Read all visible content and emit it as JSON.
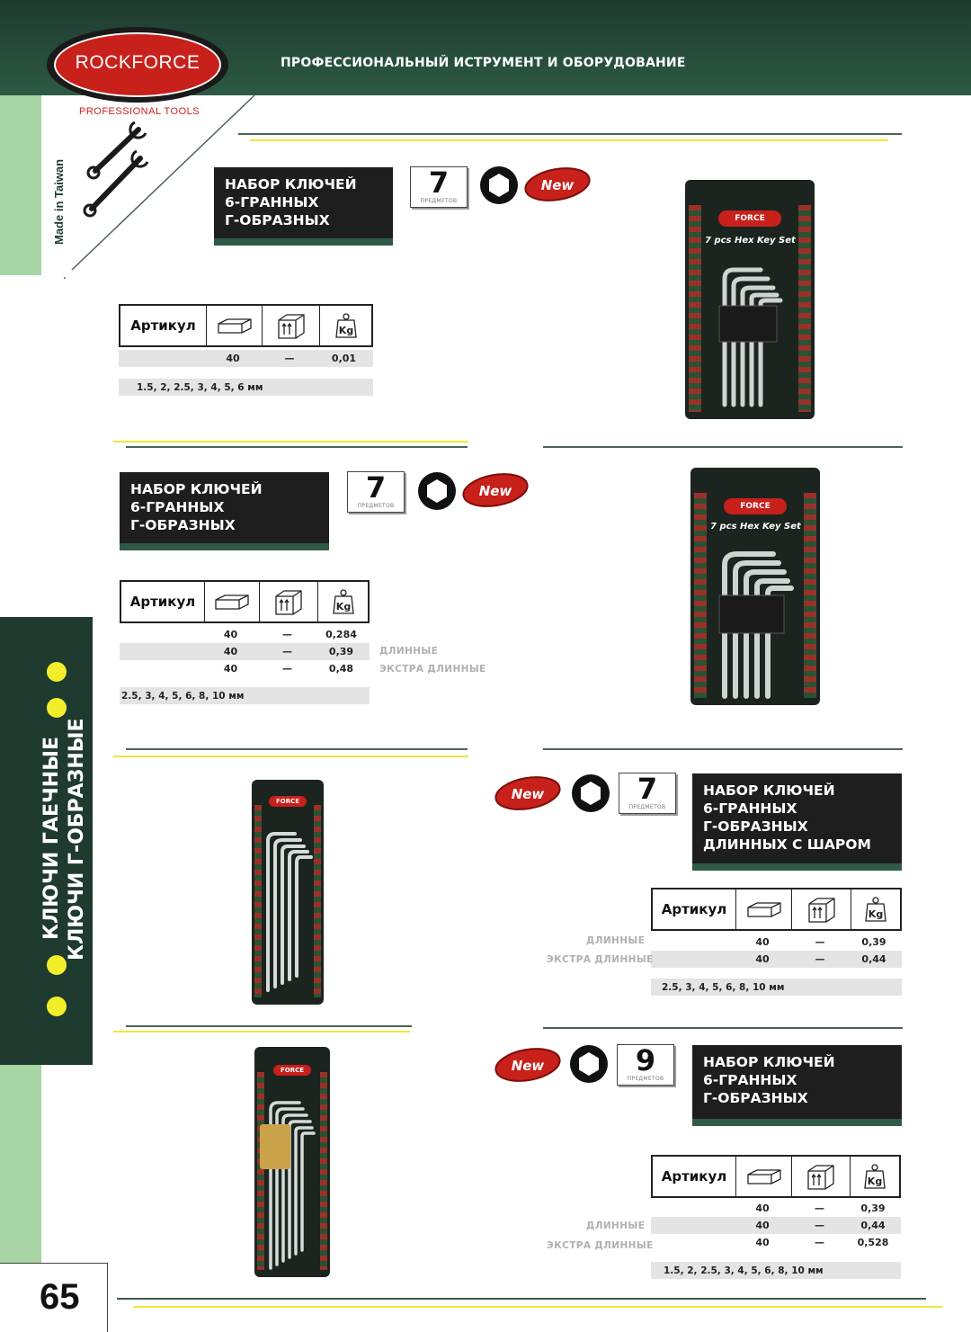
{
  "header": {
    "logo_text": "ROCKFORCE",
    "logo_tagline": "PROFESSIONAL TOOLS",
    "title": "ПРОФЕССИОНАЛЬНЫЙ ИСТРУМЕНТ И ОБОРУДОВАНИЕ"
  },
  "side": {
    "made_in": "Made in Taiwan",
    "category_line1": "КЛЮЧИ ГАЕЧНЫЕ",
    "category_line2": "КЛЮЧИ Г-ОБРАЗНЫЕ"
  },
  "page_number": "65",
  "colors": {
    "dark_green": "#1f3a2e",
    "light_green": "#a7d5a3",
    "brand_red": "#c8201b",
    "accent_yellow": "#f2ee2c"
  },
  "icons": {
    "spec_columns": [
      "box-icon",
      "carton-icon",
      "weight-icon"
    ],
    "count": "hex-icon"
  },
  "products": [
    {
      "title": [
        "НАБОР КЛЮЧЕЙ",
        "6-ГРАННЫХ",
        "Г-ОБРАЗНЫХ"
      ],
      "count": "7",
      "count_label": "ПРЕДМЕТОВ",
      "new_label": "New",
      "spec_header": "Артикул",
      "rows": [
        {
          "qty": "40",
          "carton": "—",
          "weight": "0,01",
          "note": ""
        }
      ],
      "sizes": "1.5, 2, 2.5, 3, 4, 5, 6 мм",
      "card_brand": "FORCE",
      "card_model": "7 pcs Hex Key Set"
    },
    {
      "title": [
        "НАБОР КЛЮЧЕЙ",
        "6-ГРАННЫХ",
        "Г-ОБРАЗНЫХ"
      ],
      "count": "7",
      "count_label": "ПРЕДМЕТОВ",
      "new_label": "New",
      "spec_header": "Артикул",
      "rows": [
        {
          "qty": "40",
          "carton": "—",
          "weight": "0,284",
          "note": ""
        },
        {
          "qty": "40",
          "carton": "—",
          "weight": "0,39",
          "note": "ДЛИННЫЕ"
        },
        {
          "qty": "40",
          "carton": "—",
          "weight": "0,48",
          "note": "ЭКСТРА ДЛИННЫЕ"
        }
      ],
      "sizes": "2.5, 3, 4, 5, 6, 8, 10 мм",
      "card_brand": "FORCE",
      "card_model": "7 pcs Hex Key Set"
    },
    {
      "title": [
        "НАБОР КЛЮЧЕЙ",
        "6-ГРАННЫХ",
        "Г-ОБРАЗНЫХ",
        "ДЛИННЫХ С ШАРОМ"
      ],
      "count": "7",
      "count_label": "ПРЕДМЕТОВ",
      "new_label": "New",
      "spec_header": "Артикул",
      "rows": [
        {
          "qty": "40",
          "carton": "—",
          "weight": "0,39",
          "note": "ДЛИННЫЕ"
        },
        {
          "qty": "40",
          "carton": "—",
          "weight": "0,44",
          "note": "ЭКСТРА ДЛИННЫЕ"
        }
      ],
      "sizes": "2.5, 3, 4, 5, 6, 8, 10 мм",
      "card_brand": "FORCE"
    },
    {
      "title": [
        "НАБОР КЛЮЧЕЙ",
        "6-ГРАННЫХ",
        "Г-ОБРАЗНЫХ"
      ],
      "count": "9",
      "count_label": "ПРЕДМЕТОВ",
      "new_label": "New",
      "spec_header": "Артикул",
      "rows": [
        {
          "qty": "40",
          "carton": "—",
          "weight": "0,39",
          "note": ""
        },
        {
          "qty": "40",
          "carton": "—",
          "weight": "0,44",
          "note": "ДЛИННЫЕ"
        },
        {
          "qty": "40",
          "carton": "—",
          "weight": "0,528",
          "note": "ЭКСТРА ДЛИННЫЕ"
        }
      ],
      "sizes": "1.5, 2, 2.5, 3, 4, 5, 6, 8, 10 мм",
      "card_brand": "FORCE"
    }
  ]
}
